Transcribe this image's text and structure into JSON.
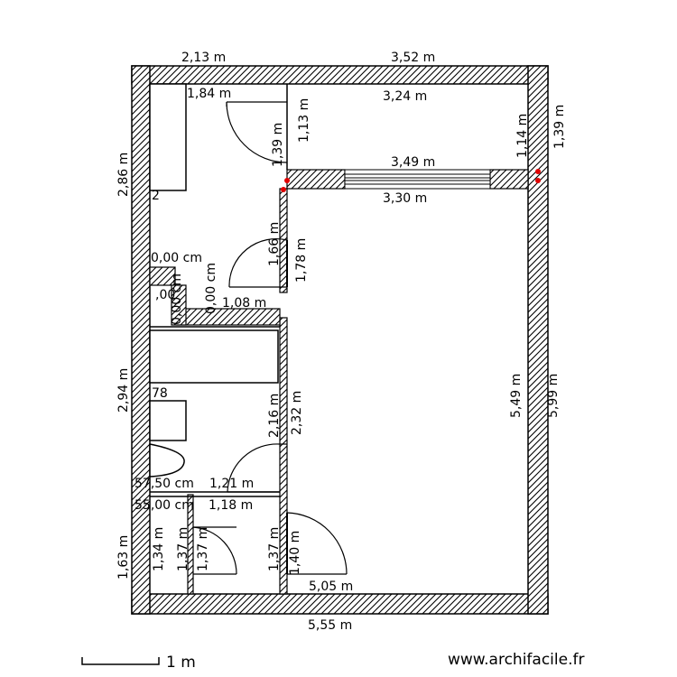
{
  "plan": {
    "dimensions": {
      "top_left_width": "2,13 m",
      "top_right_width": "3,52 m",
      "left_room_inner_width": "1,84 m",
      "right_room_inner_width": "3,24 m",
      "door_height_top": "1,39 m",
      "left_room_depth": "1,13 m",
      "right_room_depth": "1,14 m",
      "outer_right_top": "1,39 m",
      "window_wall_width": "3,49 m",
      "main_room_top_width": "3,30 m",
      "left_top_height": "2,86 m",
      "closet_label": "2",
      "hall_door_height": "1,66 m",
      "hall_height": "1,78 m",
      "zero_cm_a": "0,00 cm",
      "zero_cm_b": "0,00 cm",
      "zero_cm_c": "0,00 cm",
      "small_zero": ",00",
      "hall_bottom_width": "1,08 m",
      "left_mid_height": "2,94 m",
      "bath_fixture_label": "78",
      "bath_door_height": "2,16 m",
      "bath_height": "2,32 m",
      "main_room_depth": "5,49 m",
      "outer_right_height": "5,99 m",
      "wc_width_a": "57,50 cm",
      "bath_width": "1,21 m",
      "wc_width_b": "55,00 cm",
      "wc_room_width": "1,18 m",
      "left_bottom_height": "1,63 m",
      "wc_depth_a": "1,34 m",
      "wc_depth_b": "1,37 m",
      "wc_depth_c": "1,37 m",
      "wc_depth_d": "1,37 m",
      "entry_door_height": "1,40 m",
      "main_room_bottom_width": "5,05 m",
      "total_width": "5,55 m"
    },
    "scale_label": "1 m",
    "website": "www.archifacile.fr"
  }
}
